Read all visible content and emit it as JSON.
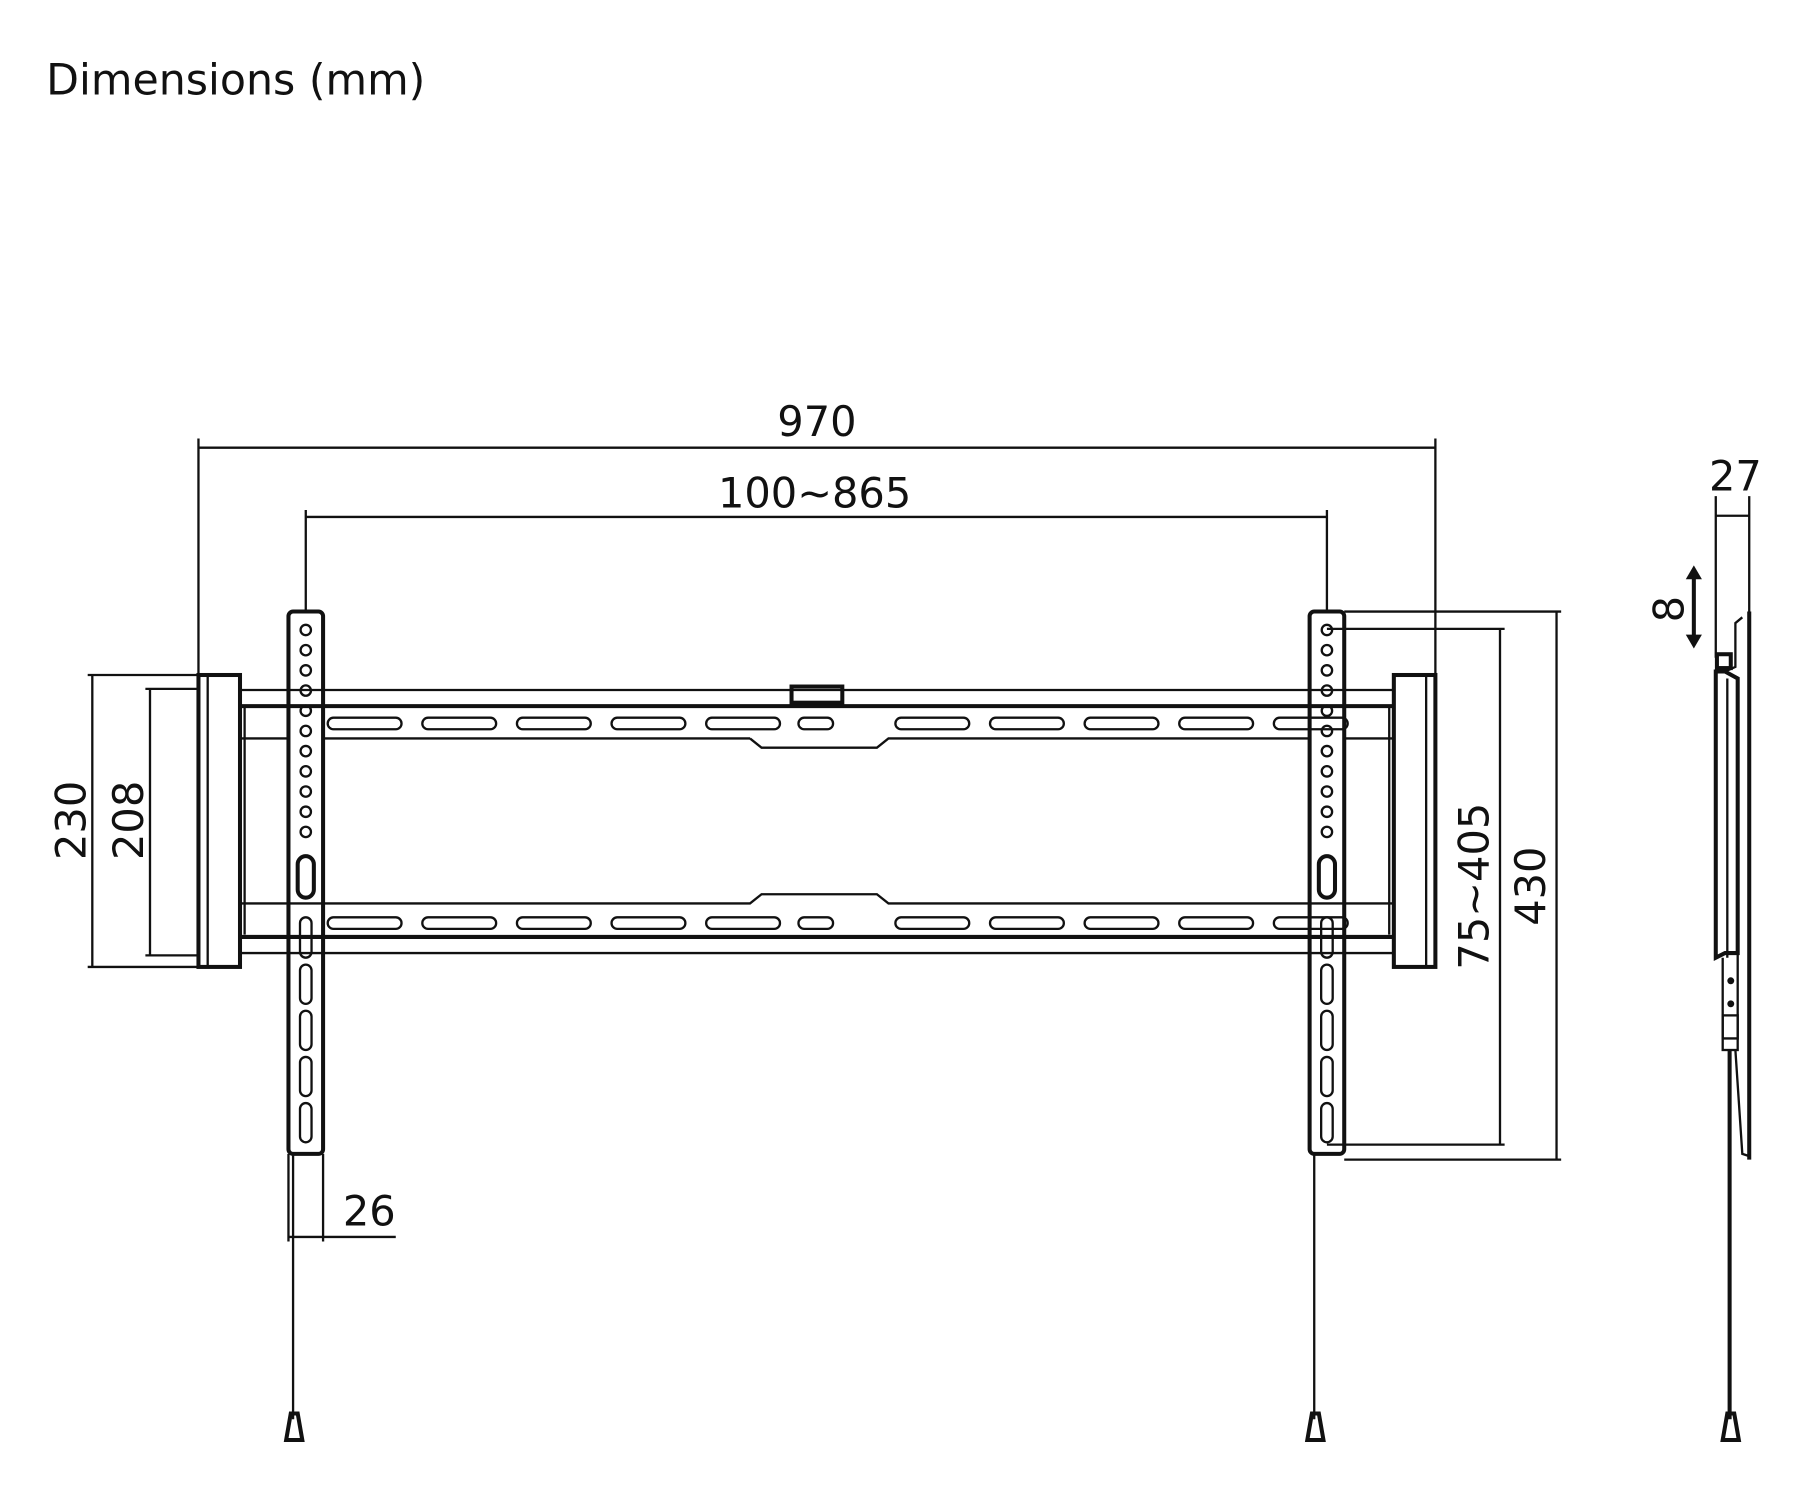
{
  "title": "Dimensions (mm)",
  "dimensions": {
    "overall_width": "970",
    "vesa_horizontal": "100~865",
    "wall_plate_height": "230",
    "wall_plate_inner_height": "208",
    "vesa_vertical": "75~405",
    "arm_height": "430",
    "arm_width": "26",
    "profile_depth": "27",
    "vertical_adjust": "8"
  },
  "colors": {
    "line": "#111111",
    "background": "#ffffff"
  }
}
